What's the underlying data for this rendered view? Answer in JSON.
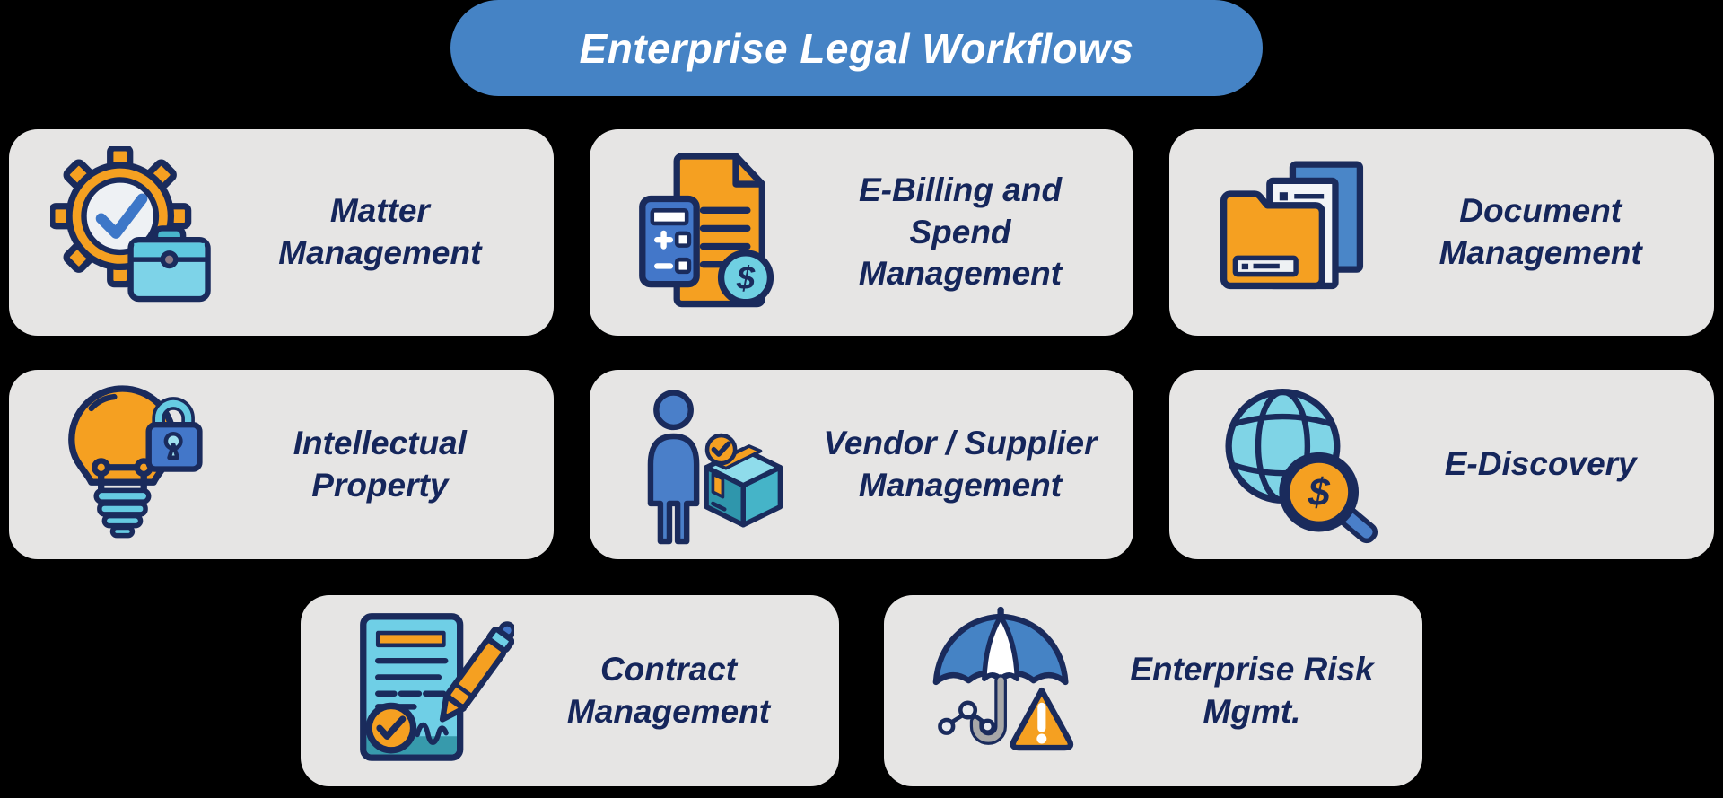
{
  "title": {
    "label": "Enterprise Legal Workflows"
  },
  "colors": {
    "background": "#000000",
    "title_pill": "#4583C5",
    "title_text": "#FFFFFF",
    "card_background": "#E6E5E4",
    "label_text": "#15265B",
    "outline_navy": "#1A2B5C",
    "accent_orange": "#F5A021",
    "accent_blue": "#4377C9",
    "accent_teal_light": "#7FD4E6",
    "accent_teal_dark": "#379AAC"
  },
  "cards": [
    {
      "id": "matter-management",
      "icon": "gear-checkmark-briefcase-icon",
      "label_lines": [
        "Matter",
        "Management"
      ]
    },
    {
      "id": "e-billing-spend-management",
      "icon": "invoice-calculator-coin-icon",
      "label_lines": [
        "E-Billing and Spend",
        "Management"
      ]
    },
    {
      "id": "document-management",
      "icon": "folder-documents-icon",
      "label_lines": [
        "Document",
        "Management"
      ]
    },
    {
      "id": "intellectual-property",
      "icon": "lightbulb-padlock-icon",
      "label_lines": [
        "Intellectual",
        "Property"
      ]
    },
    {
      "id": "vendor-supplier-management",
      "icon": "person-package-icon",
      "label_lines": [
        "Vendor / Supplier",
        "Management"
      ]
    },
    {
      "id": "e-discovery",
      "icon": "globe-magnifier-icon",
      "label_lines": [
        "E-Discovery"
      ]
    },
    {
      "id": "contract-management",
      "icon": "contract-pen-icon",
      "label_lines": [
        "Contract",
        "Management"
      ]
    },
    {
      "id": "enterprise-risk-management",
      "icon": "umbrella-warning-icon",
      "label_lines": [
        "Enterprise Risk",
        "Mgmt."
      ]
    }
  ]
}
